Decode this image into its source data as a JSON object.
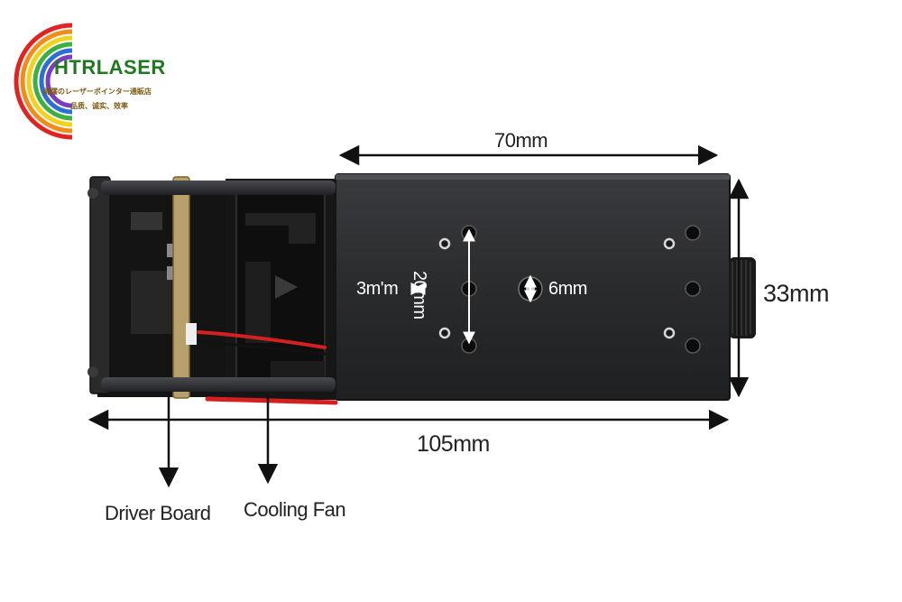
{
  "logo": {
    "brand": "HTRLASER",
    "tagline": "踊躍のレーザーポインター通販店",
    "slogan": "品质、诚实、效率"
  },
  "dimensions": {
    "top_width": "70mm",
    "total_length": "105mm",
    "height": "33mm",
    "screw_size": "3m'm",
    "hole_spacing": "20mm",
    "aperture": "6mm"
  },
  "labels": {
    "driver_board": "Driver Board",
    "cooling_fan": "Cooling Fan"
  },
  "colors": {
    "body": "#2b2c2e",
    "body_edge": "#1a1b1c",
    "heatsink": "#3a3b3d",
    "fan": "#151515",
    "board": "#b8a06a",
    "wire_red": "#d42020",
    "arrow": "#111111"
  }
}
